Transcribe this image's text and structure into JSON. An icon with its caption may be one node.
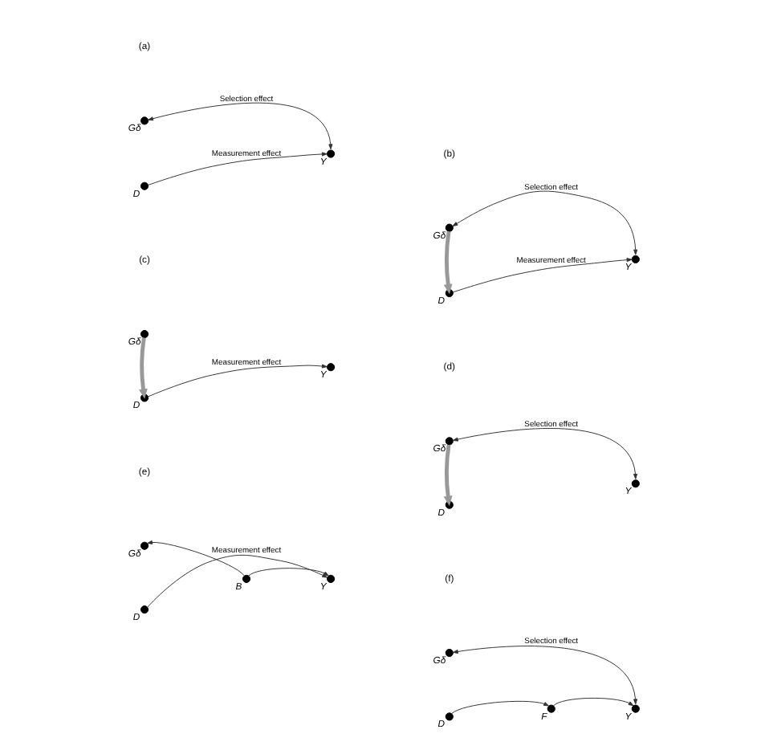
{
  "diagram": {
    "nodes": [
      {
        "text": [],
        "shape": "circle",
        "beside": [
          "Gδ"
        ]
      },
      {
        "text": [],
        "shape": "circle",
        "beside": [
          "Y"
        ]
      },
      {
        "text": [],
        "shape": "circle",
        "beside": [
          "D"
        ]
      },
      {
        "text": [],
        "shape": "circle",
        "beside": [
          "Gδ"
        ]
      },
      {
        "text": [],
        "shape": "circle",
        "beside": [
          "Y"
        ]
      },
      {
        "text": [],
        "shape": "circle",
        "beside": [
          "D"
        ]
      },
      {
        "text": [],
        "shape": "circle",
        "beside": [
          "Gδ"
        ]
      },
      {
        "text": [],
        "shape": "circle",
        "beside": [
          "Y"
        ]
      },
      {
        "text": [],
        "shape": "circle",
        "beside": [
          "D"
        ]
      },
      {
        "text": [],
        "shape": "circle",
        "beside": [
          "Gδ"
        ]
      },
      {
        "text": [],
        "shape": "circle",
        "beside": [
          "Y"
        ]
      },
      {
        "text": [],
        "shape": "circle",
        "beside": [
          "D"
        ]
      },
      {
        "text": [],
        "shape": "circle",
        "beside": [
          "B"
        ]
      },
      {
        "text": [],
        "shape": "circle",
        "beside": [
          "Gδ"
        ]
      },
      {
        "text": [],
        "shape": "circle",
        "beside": [
          "Y"
        ]
      },
      {
        "text": [],
        "shape": "circle",
        "beside": [
          "D"
        ]
      },
      {
        "text": [],
        "shape": "circle",
        "beside": [
          "Gδ"
        ]
      },
      {
        "text": [],
        "shape": "circle",
        "beside": [
          "Y"
        ]
      },
      {
        "text": [],
        "shape": "circle",
        "beside": [
          "F"
        ]
      },
      {
        "text": [],
        "shape": "circle",
        "beside": [
          "D"
        ]
      }
    ],
    "edges": [
      {
        "from": 1,
        "to": 0,
        "arrow": "both",
        "label": "Selection effect"
      },
      {
        "from": 2,
        "to": 1,
        "arrow": "to",
        "label": "Measurement effect"
      },
      {
        "from": 4,
        "to": 3,
        "arrow": "both",
        "label": "Selection effect"
      },
      {
        "from": 3,
        "to": 5,
        "arrow": "to",
        "style": "thick",
        "color": "#999999"
      },
      {
        "from": 5,
        "to": 4,
        "arrow": "to",
        "label": "Measurement effect"
      },
      {
        "from": 6,
        "to": 8,
        "arrow": "to",
        "style": "thick",
        "color": "#999999"
      },
      {
        "from": 8,
        "to": 7,
        "arrow": "to",
        "label": "Measurement effect"
      },
      {
        "from": 10,
        "to": 9,
        "arrow": "both",
        "label": "Selection effect"
      },
      {
        "from": 9,
        "to": 11,
        "arrow": "to",
        "style": "thick",
        "color": "#999999"
      },
      {
        "from": 12,
        "to": 13,
        "arrow": "to"
      },
      {
        "from": 12,
        "to": 14,
        "arrow": "to"
      },
      {
        "from": 15,
        "to": 14,
        "arrow": "to",
        "label": "Measurement effect"
      },
      {
        "from": 17,
        "to": 16,
        "arrow": "both",
        "label": "Selection effect"
      },
      {
        "from": 19,
        "to": 18,
        "arrow": "to"
      },
      {
        "from": 18,
        "to": 17,
        "arrow": "to"
      }
    ],
    "labels": [
      "(a)",
      "(b)",
      "(c)",
      "(d)",
      "(e)",
      "(f)"
    ]
  }
}
